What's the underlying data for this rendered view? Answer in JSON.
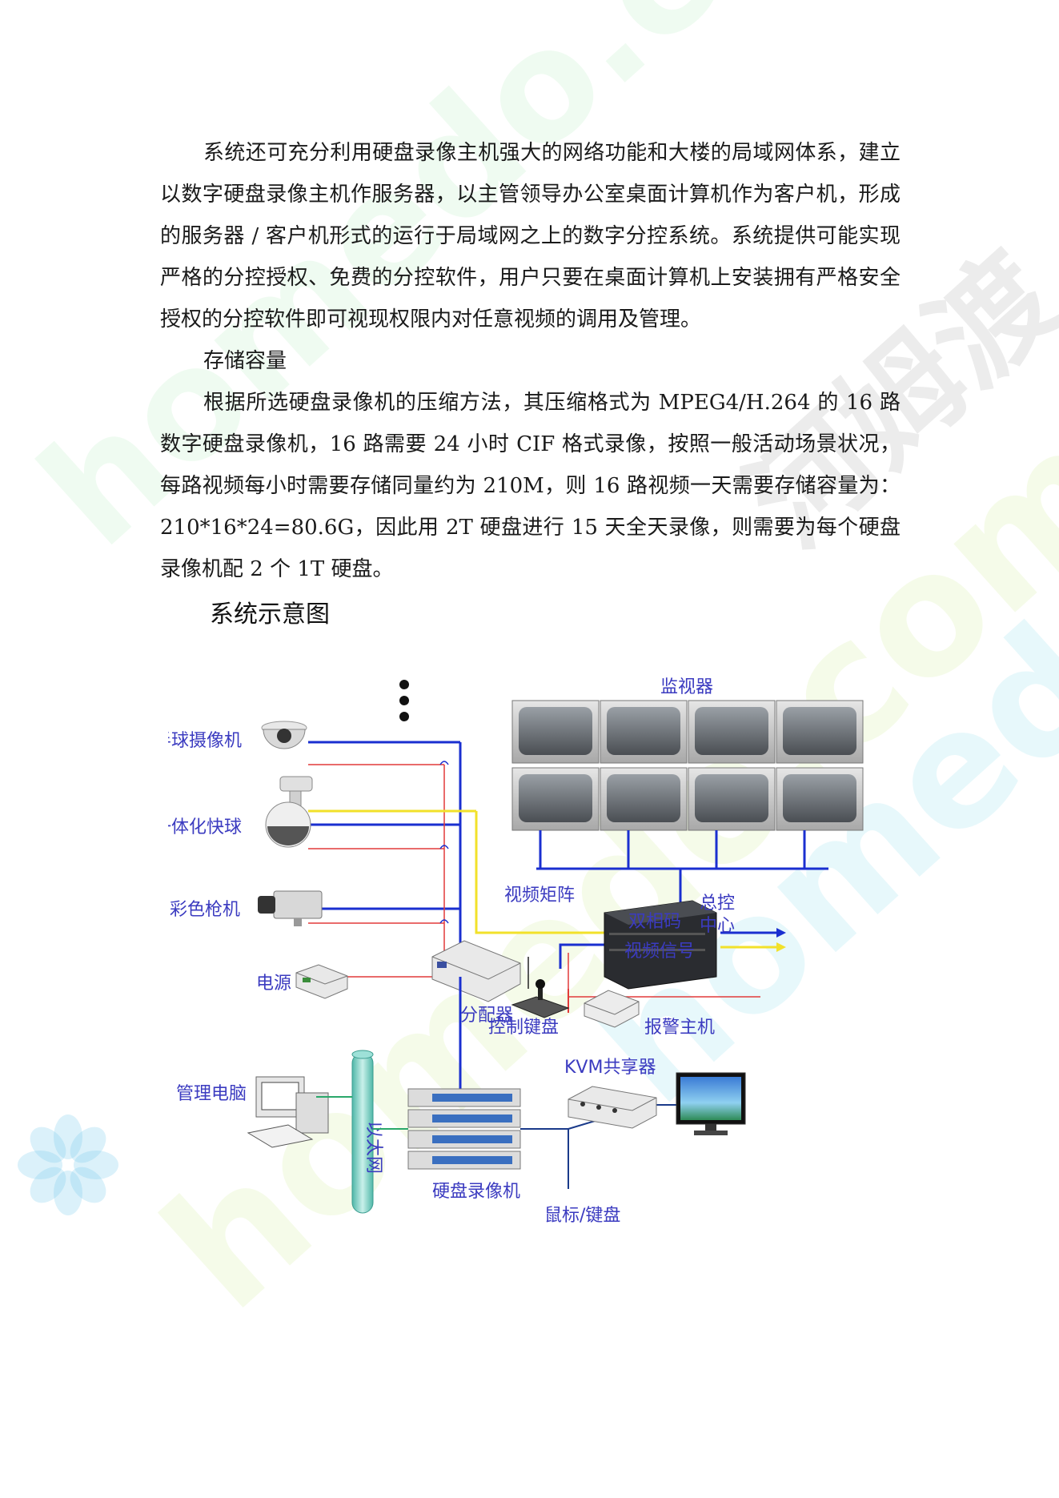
{
  "paragraphs": {
    "p1": "系统还可充分利用硬盘录像主机强大的网络功能和大楼的局域网体系，建立以数字硬盘录像主机作服务器，以主管领导办公室桌面计算机作为客户机，形成的服务器 / 客户机形式的运行于局域网之上的数字分控系统。系统提供可能实现严格的分控授权、免费的分控软件，用户只要在桌面计算机上安装拥有严格安全授权的分控软件即可视现权限内对任意视频的调用及管理。",
    "p2": "存储容量",
    "p3": "根据所选硬盘录像机的压缩方法，其压缩格式为 MPEG4/H.264 的 16 路数字硬盘录像机，16 路需要 24 小时 CIF 格式录像，按照一般活动场景状况，每路视频每小时需要存储同量约为 210M，则 16 路视频一天需要存储容量为：210*16*24=80.6G，因此用 2T 硬盘进行 15 天全天录像，则需要为每个硬盘录像机配 2 个 1T 硬盘。"
  },
  "heading": "系统示意图",
  "watermark": {
    "latin": "homedo.com",
    "cn": "河姆渡"
  },
  "diagram": {
    "labels": {
      "monitors": "监视器",
      "dome_camera": "半球摄像机",
      "speed_dome": "一体化快球",
      "box_camera": "彩色枪机",
      "power": "电源",
      "distributor": "分配器",
      "video_matrix": "视频矩阵",
      "twisted_code": "双相码",
      "video_signal": "视频信号",
      "control_center_1": "总控",
      "control_center_2": "中心",
      "control_keyboard": "控制键盘",
      "alarm_host": "报警主机",
      "kvm": "KVM共享器",
      "ethernet": "以太网",
      "management_pc": "管理电脑",
      "dvr": "硬盘录像机",
      "mouse_keyboard": "鼠标/键盘"
    },
    "colors": {
      "label": "#3b3bc0",
      "video_line": "#1a2fd0",
      "power_line": "#e23a3a",
      "control_line": "#f2e12a",
      "network_line": "#2aa86a",
      "ethernet_pipe": "#7fd0c8"
    }
  }
}
